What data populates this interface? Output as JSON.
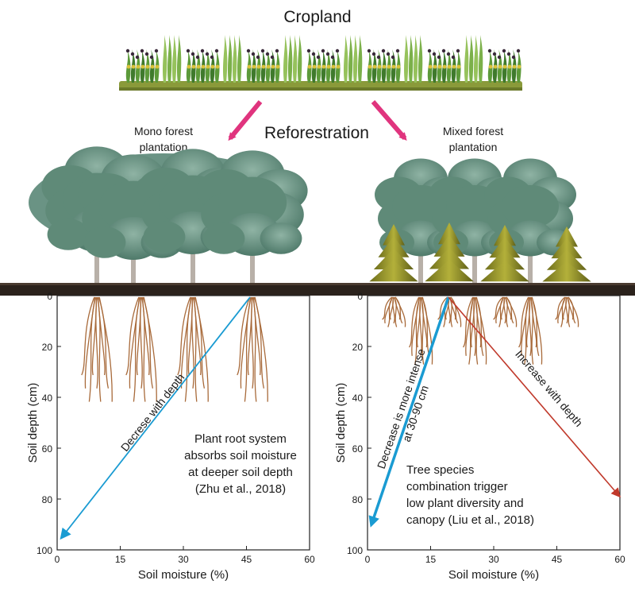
{
  "title": "Cropland",
  "center_label": "Reforestration",
  "mono": {
    "label_line1": "Mono forest",
    "label_line2": "plantation",
    "ylabel": "Soil depth (cm)",
    "xlabel": "Soil moisture (%)",
    "yticks": [
      "0",
      "20",
      "40",
      "60",
      "80",
      "100"
    ],
    "xticks": [
      "0",
      "15",
      "30",
      "45",
      "60"
    ],
    "trend_label": "Decrese with depth",
    "trend_color": "#1a9bd2",
    "note_lines": [
      "Plant root system",
      "absorbs soil moisture",
      "at deeper soil depth",
      "(Zhu et al., 2018)"
    ]
  },
  "mixed": {
    "label_line1": "Mixed forest",
    "label_line2": "plantation",
    "ylabel": "Soil depth (cm)",
    "xlabel": "Soil moisture (%)",
    "yticks": [
      "0",
      "20",
      "40",
      "60",
      "80",
      "100"
    ],
    "xticks": [
      "0",
      "15",
      "30",
      "45",
      "60"
    ],
    "trend_label_1": "Decrease is more intense",
    "trend_label_2": "at 30-90 cm",
    "trend_color": "#1a9bd2",
    "trend2_label": "Increase with depth",
    "trend2_color": "#c0392b",
    "note_lines": [
      "Tree species",
      "combination trigger",
      "low plant diversity and",
      "canopy (Liu et al., 2018)"
    ]
  },
  "colors": {
    "arrow_pink": "#e0347e",
    "ground": "#2b221c",
    "root": "#a86a3a",
    "foliage": "#6f9a88",
    "conifer": "#9a9a2a",
    "crop": "#4d8a3a"
  }
}
